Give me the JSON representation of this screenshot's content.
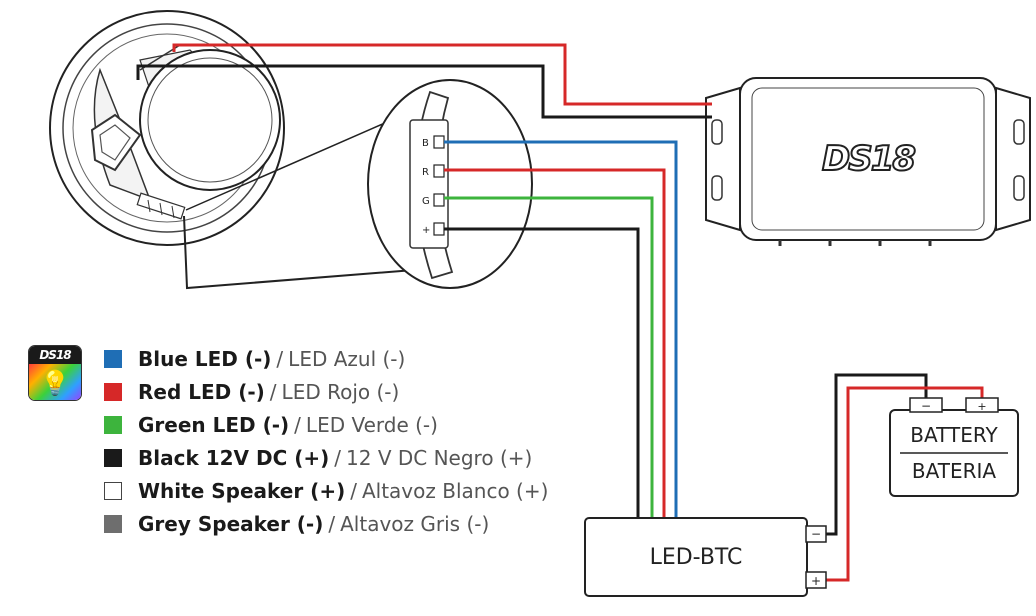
{
  "logo": {
    "brand": "DS18"
  },
  "amplifier": {
    "brand": "DS18"
  },
  "controller": {
    "label": "LED-BTC"
  },
  "battery": {
    "label_en": "BATTERY",
    "label_es": "BATERIA",
    "neg_symbol": "−",
    "pos_symbol": "+"
  },
  "controller_terminals": {
    "neg_symbol": "−",
    "pos_symbol": "+"
  },
  "connector_pins": [
    "B",
    "R",
    "G",
    "+"
  ],
  "legend": [
    {
      "en": "Blue LED (-)",
      "es": "LED Azul (-)",
      "color": "#1f6eb5"
    },
    {
      "en": "Red LED (-)",
      "es": "LED Rojo (-)",
      "color": "#d62828"
    },
    {
      "en": "Green LED (-)",
      "es": "LED Verde (-)",
      "color": "#3db43d"
    },
    {
      "en": "Black 12V DC (+)",
      "es": "12 V DC Negro (+)",
      "color": "#1a1a1a"
    },
    {
      "en": "White Speaker (+)",
      "es": "Altavoz Blanco (+)",
      "color": "#ffffff"
    },
    {
      "en": "Grey Speaker (-)",
      "es": "Altavoz Gris (-)",
      "color": "#6e6e6e"
    }
  ],
  "wire_colors": {
    "blue": "#1f6eb5",
    "red": "#d62828",
    "green": "#3db43d",
    "black": "#1a1a1a"
  }
}
